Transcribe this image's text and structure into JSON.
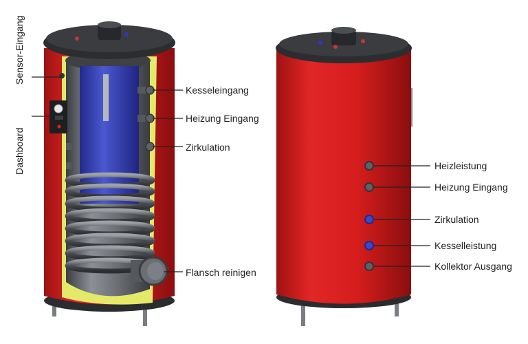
{
  "left_tank": {
    "side_labels": {
      "sensor": "Sensor-Eingang",
      "dashboard": "Dashboard"
    },
    "ports": [
      {
        "label": "Kesseleingang"
      },
      {
        "label": "Heizung Eingang"
      },
      {
        "label": "Zirkulation"
      },
      {
        "label": "Flansch reinigen"
      }
    ]
  },
  "right_tank": {
    "ports": [
      {
        "label": "Heizleistung",
        "color": "grey"
      },
      {
        "label": "Heizung Eingang",
        "color": "grey"
      },
      {
        "label": "Zirkulation",
        "color": "blue"
      },
      {
        "label": "Kesselleistung",
        "color": "blue"
      },
      {
        "label": "Kollektor Ausgang",
        "color": "grey"
      }
    ]
  },
  "colors": {
    "tank_red": "#d81e1e",
    "insulation_yellow": "#e6ea6a",
    "inner_blue": "#3540b8",
    "steel_grey": "#6a6d72",
    "dark_top": "#2b2d30"
  }
}
